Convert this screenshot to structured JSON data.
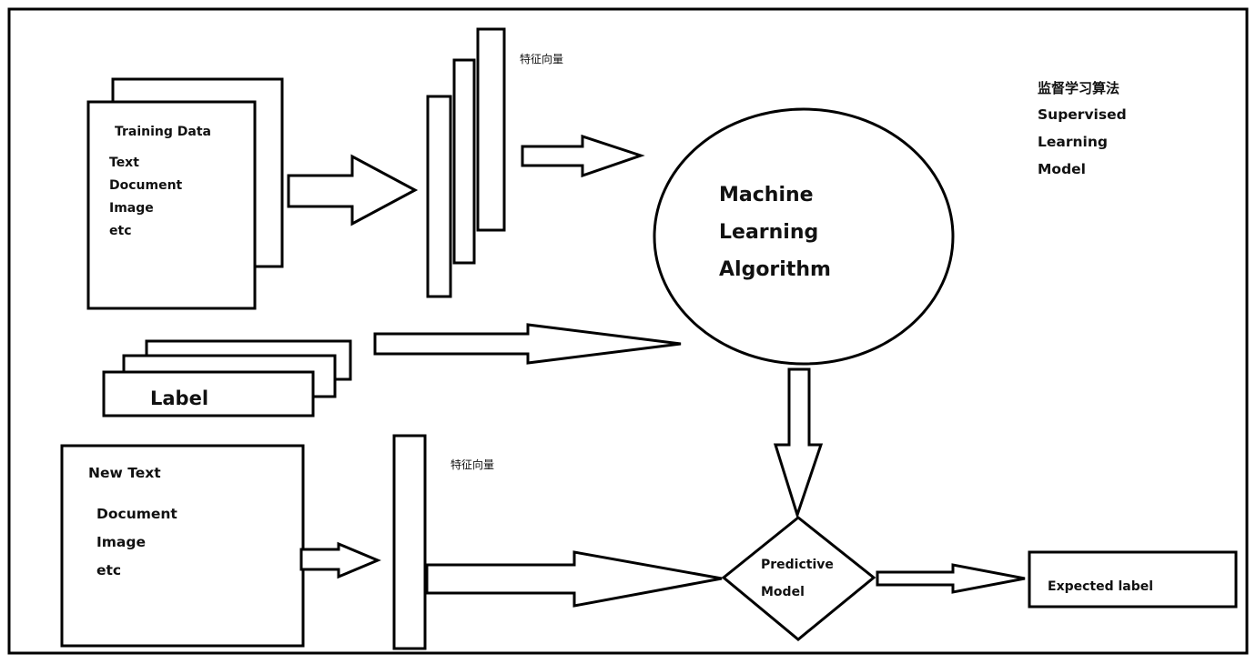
{
  "training": {
    "title": "Training Data",
    "items": [
      "Text",
      "Document",
      "Image",
      "etc"
    ]
  },
  "feature_vector_top": "特征向量",
  "feature_vector_bottom": "特征向量",
  "supervised": {
    "lines": [
      "监督学习算法",
      "Supervised",
      "Learning",
      "Model"
    ]
  },
  "algorithm": {
    "lines": [
      "Machine",
      "Learning",
      "Algorithm"
    ]
  },
  "label_stack": "Label",
  "new_text": {
    "title": "New Text",
    "items": [
      "Document",
      "Image",
      "etc"
    ]
  },
  "predictive": {
    "lines": [
      "Predictive",
      "Model"
    ]
  },
  "expected": "Expected label"
}
